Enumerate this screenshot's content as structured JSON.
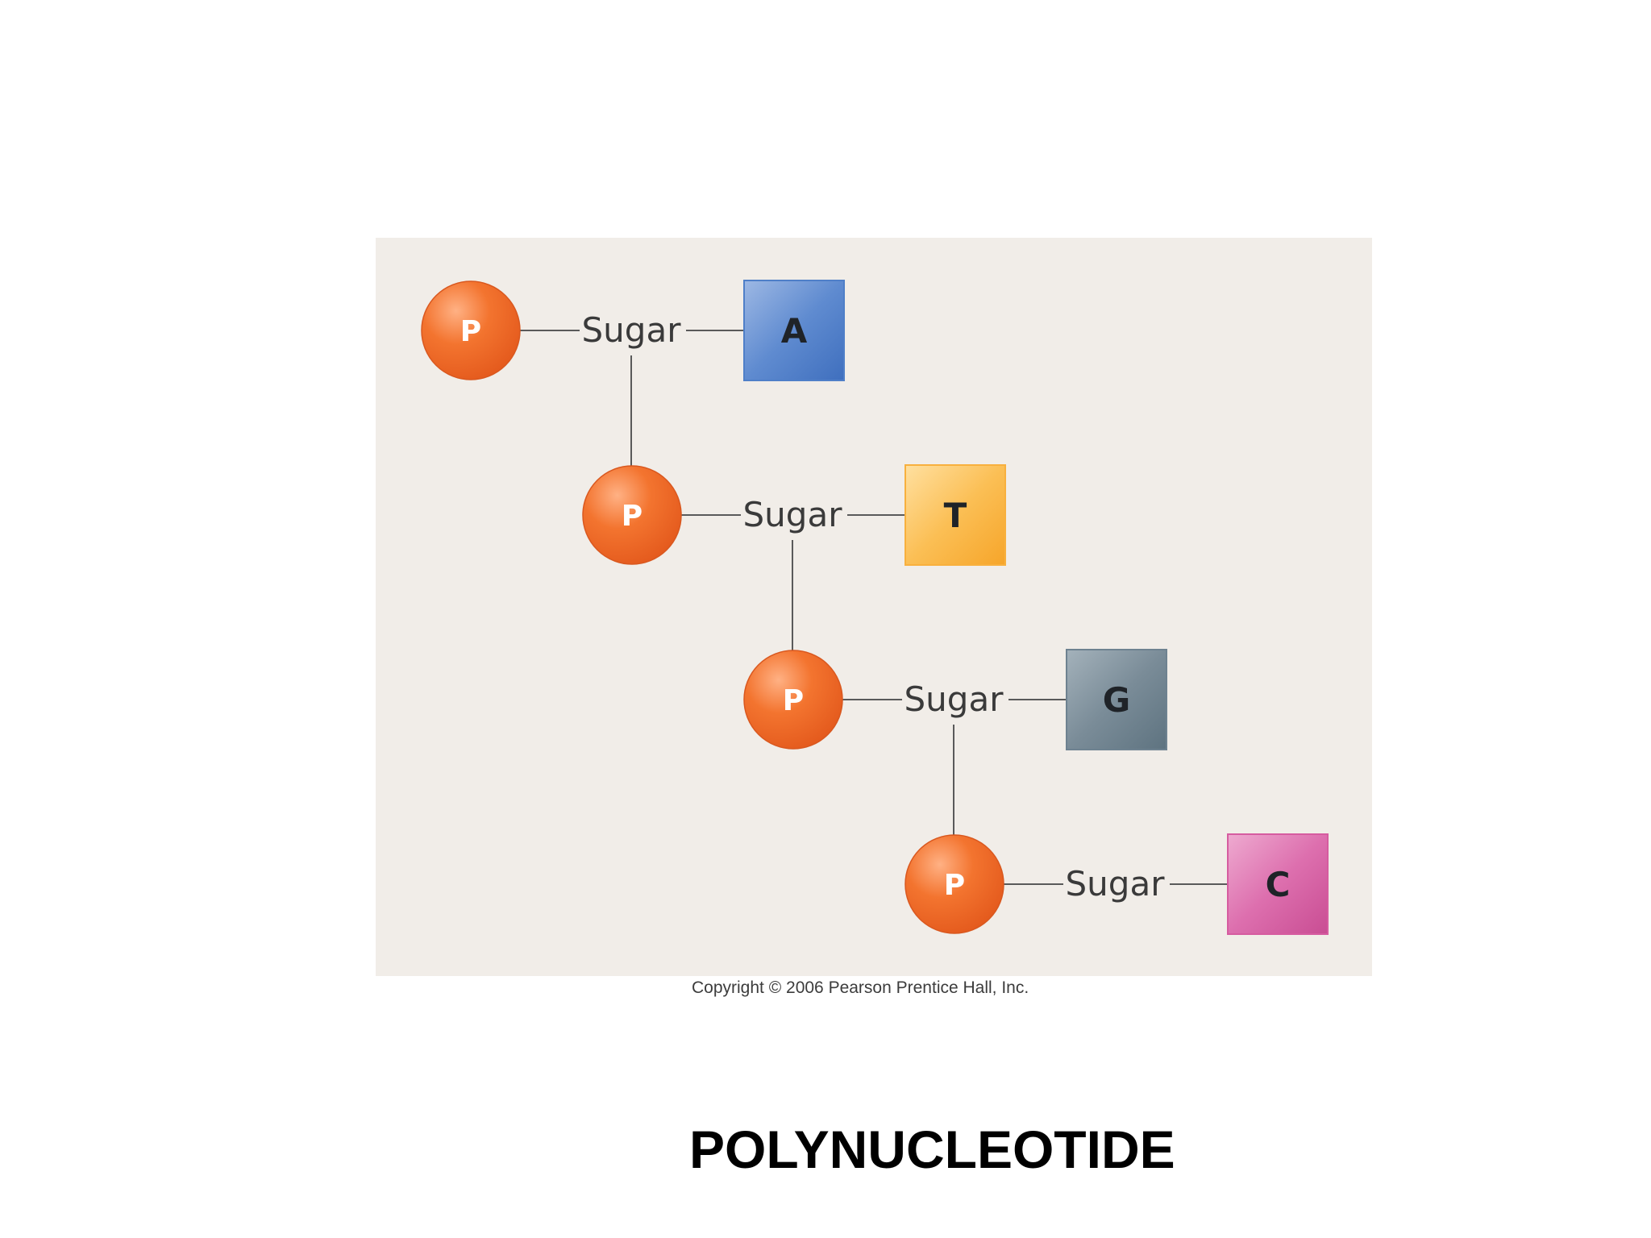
{
  "diagram": {
    "sugar_label": "Sugar",
    "phosphate_label": "P",
    "nucleotides": [
      {
        "base": "A",
        "color": "#4f7fc8"
      },
      {
        "base": "T",
        "color": "#f8b03e"
      },
      {
        "base": "G",
        "color": "#6e8290"
      },
      {
        "base": "C",
        "color": "#d65ca0"
      }
    ],
    "phosphate_color": "#f06a2c",
    "panel_color": "#f1ede8"
  },
  "copyright": "Copyright © 2006 Pearson Prentice Hall, Inc.",
  "title": "POLYNUCLEOTIDE"
}
